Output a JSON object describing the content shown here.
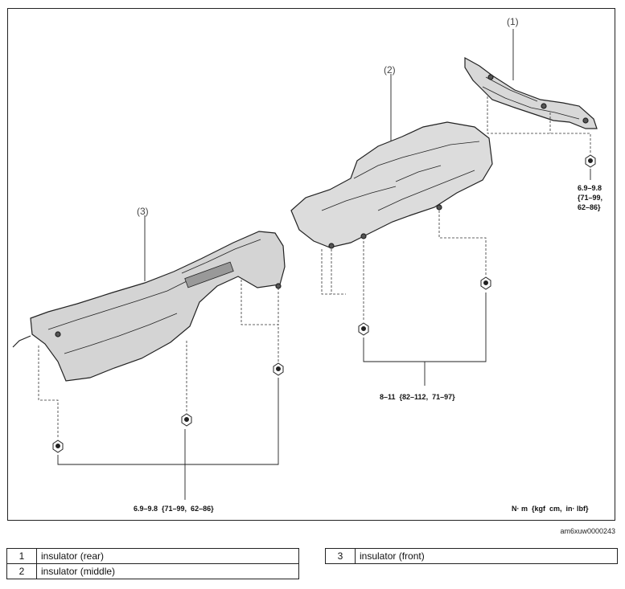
{
  "callouts": [
    "(1)",
    "(2)",
    "(3)"
  ],
  "torque": {
    "rear_line1": "6.9–9.8",
    "rear_line2": "{71–99,",
    "rear_line3": "62–86}",
    "middle": "8–11  {82–112,  71–97}",
    "front": "6.9–9.8  {71–99,  62–86}",
    "units": "N· m  {kgf  cm,  in· lbf}"
  },
  "image_code": "am6xuw0000243",
  "legend": {
    "left": [
      {
        "num": "1",
        "label": "insulator (rear)"
      },
      {
        "num": "2",
        "label": "insulator (middle)"
      }
    ],
    "right": [
      {
        "num": "3",
        "label": "insulator (front)"
      }
    ]
  }
}
